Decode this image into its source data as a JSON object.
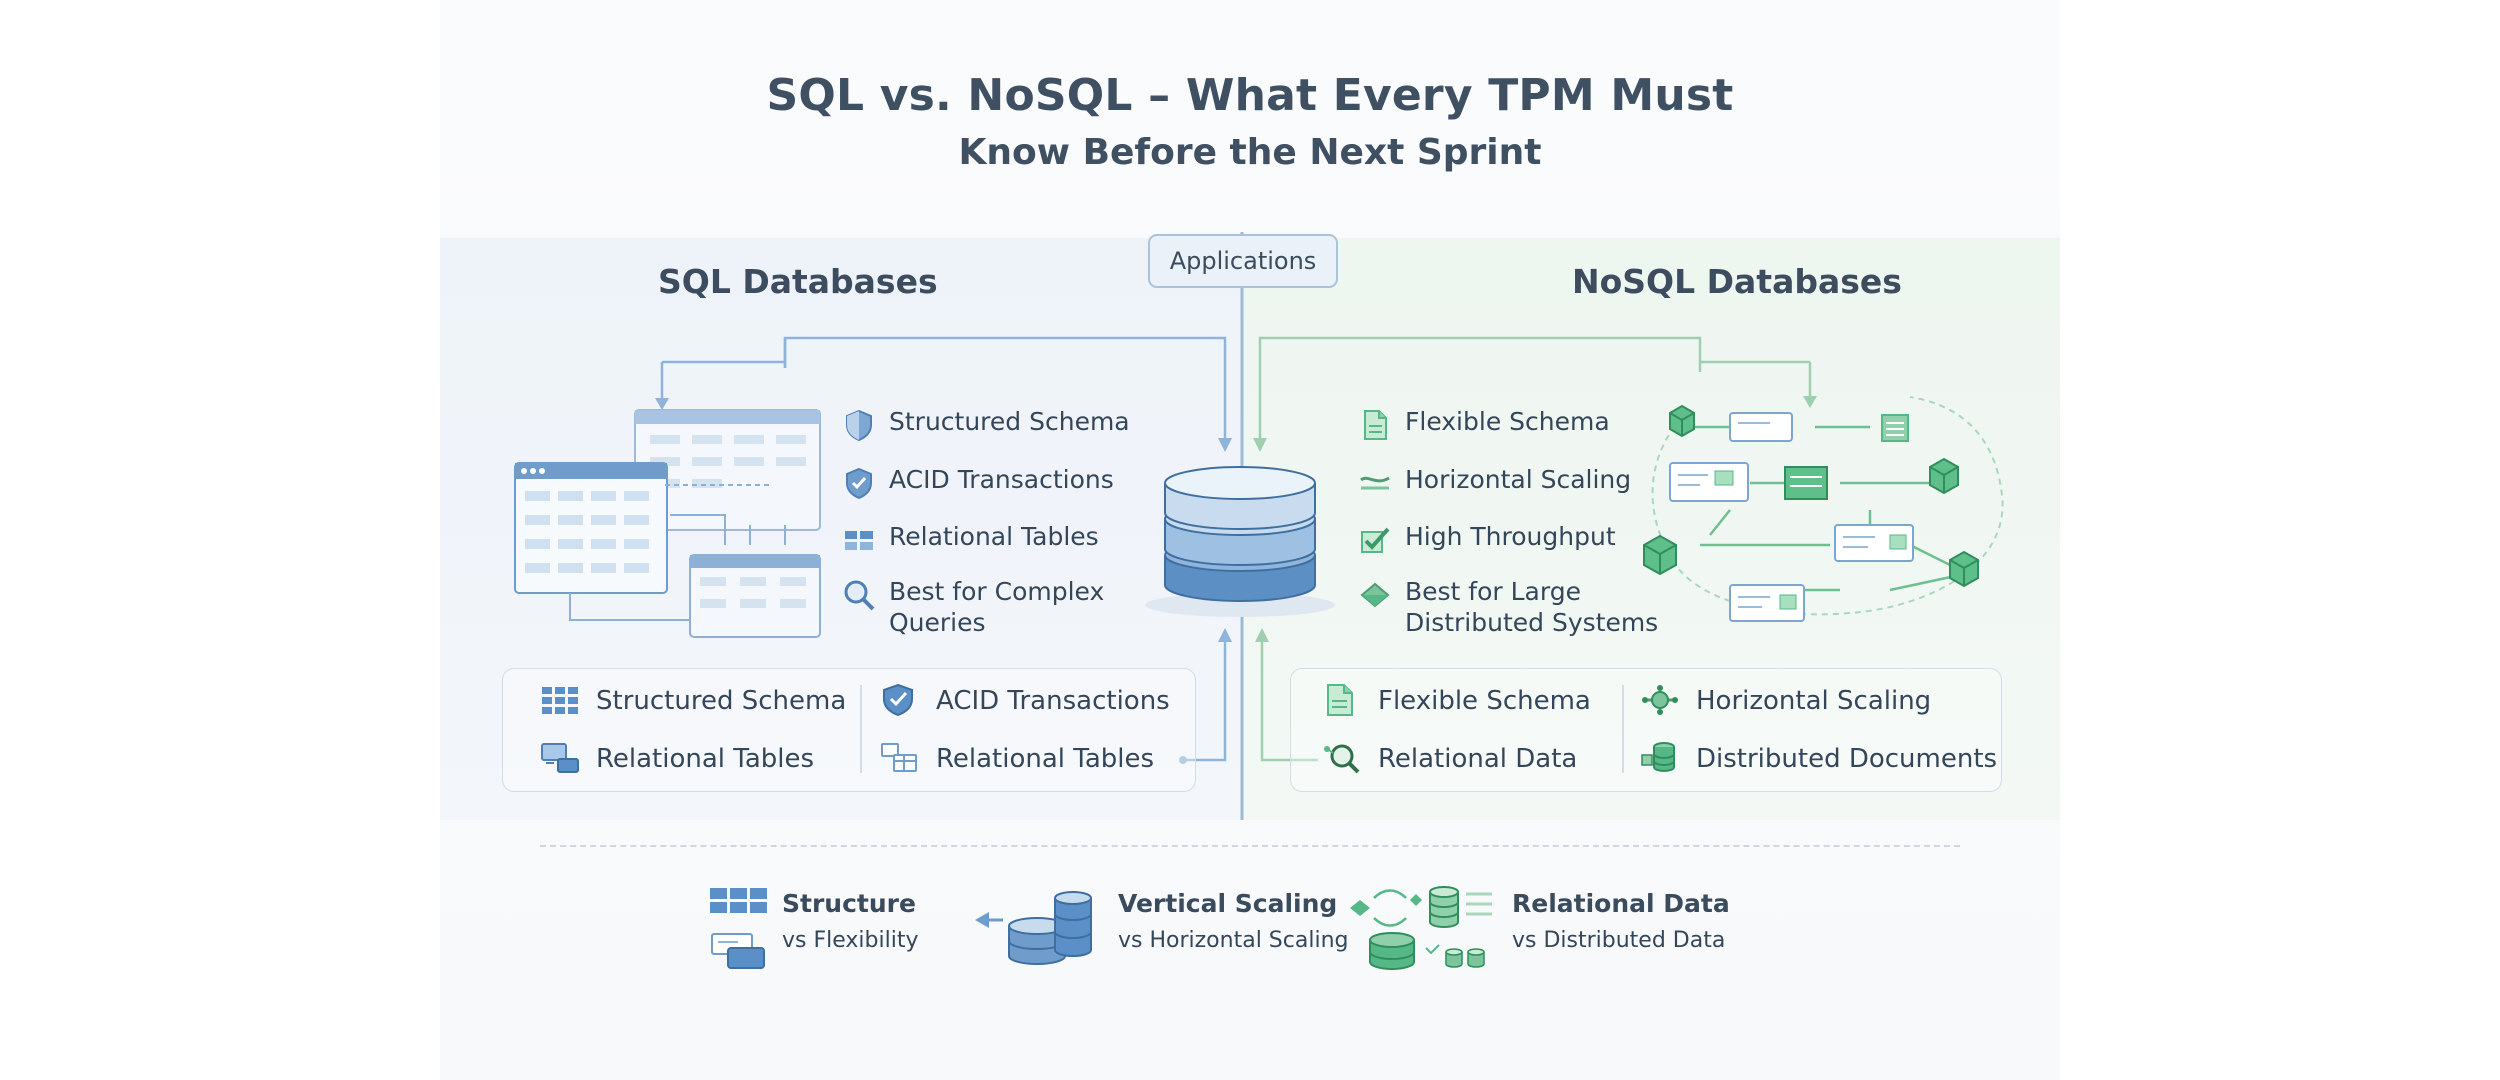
{
  "title": {
    "line1": "SQL vs. NoSQL – What Every TPM Must",
    "line2": "Know Before the Next Sprint"
  },
  "center": {
    "applications_label": "Applications",
    "icon": "database-cylinder-icon"
  },
  "sql": {
    "title": "SQL Databases",
    "features": [
      {
        "label": "Structured Schema",
        "icon": "shield-icon"
      },
      {
        "label": "ACID Transactions",
        "icon": "shield-check-icon"
      },
      {
        "label": "Relational Tables",
        "icon": "table-grid-icon"
      },
      {
        "label": "Best for Complex Queries",
        "line1": "Best for Complex",
        "line2": "Queries",
        "icon": "magnifier-icon"
      }
    ],
    "box": [
      {
        "label": "Structured Schema",
        "icon": "grid-icon"
      },
      {
        "label": "ACID Transactions",
        "icon": "shield-check-icon"
      },
      {
        "label": "Relational Tables",
        "icon": "linked-tables-icon"
      },
      {
        "label": "Relational Tables",
        "icon": "linked-tables-icon"
      }
    ]
  },
  "nosql": {
    "title": "NoSQL Databases",
    "features": [
      {
        "label": "Flexible Schema",
        "icon": "document-icon"
      },
      {
        "label": "Horizontal Scaling",
        "icon": "scaling-arrows-icon"
      },
      {
        "label": "High Throughput",
        "icon": "check-icon"
      },
      {
        "label": "Best for Large Distributed Systems",
        "line1": "Best for Large",
        "line2": "Distributed Systems",
        "icon": "diamond-icon"
      }
    ],
    "box": [
      {
        "label": "Flexible Schema",
        "icon": "document-icon"
      },
      {
        "label": "Horizontal Scaling",
        "icon": "nodes-icon"
      },
      {
        "label": "Relational Data",
        "icon": "magnifier-icon"
      },
      {
        "label": "Distributed Documents",
        "icon": "stacked-db-icon"
      }
    ]
  },
  "legend": [
    {
      "title": "Structure",
      "subtitle": "vs Flexibility",
      "icon": "grid-and-card-icon"
    },
    {
      "title": "Vertical Scaling",
      "subtitle": "vs Horizontal Scaling",
      "icon": "stacked-databases-icon"
    },
    {
      "title": "Relational Data",
      "subtitle": "vs Distributed Data",
      "icon": "distributed-nodes-icon"
    }
  ],
  "colors": {
    "sql_accent": "#5b8fc7",
    "nosql_accent": "#55b886",
    "text": "#34465a",
    "connector_blue": "#8fb3d9",
    "connector_green": "#9fcfaf"
  }
}
